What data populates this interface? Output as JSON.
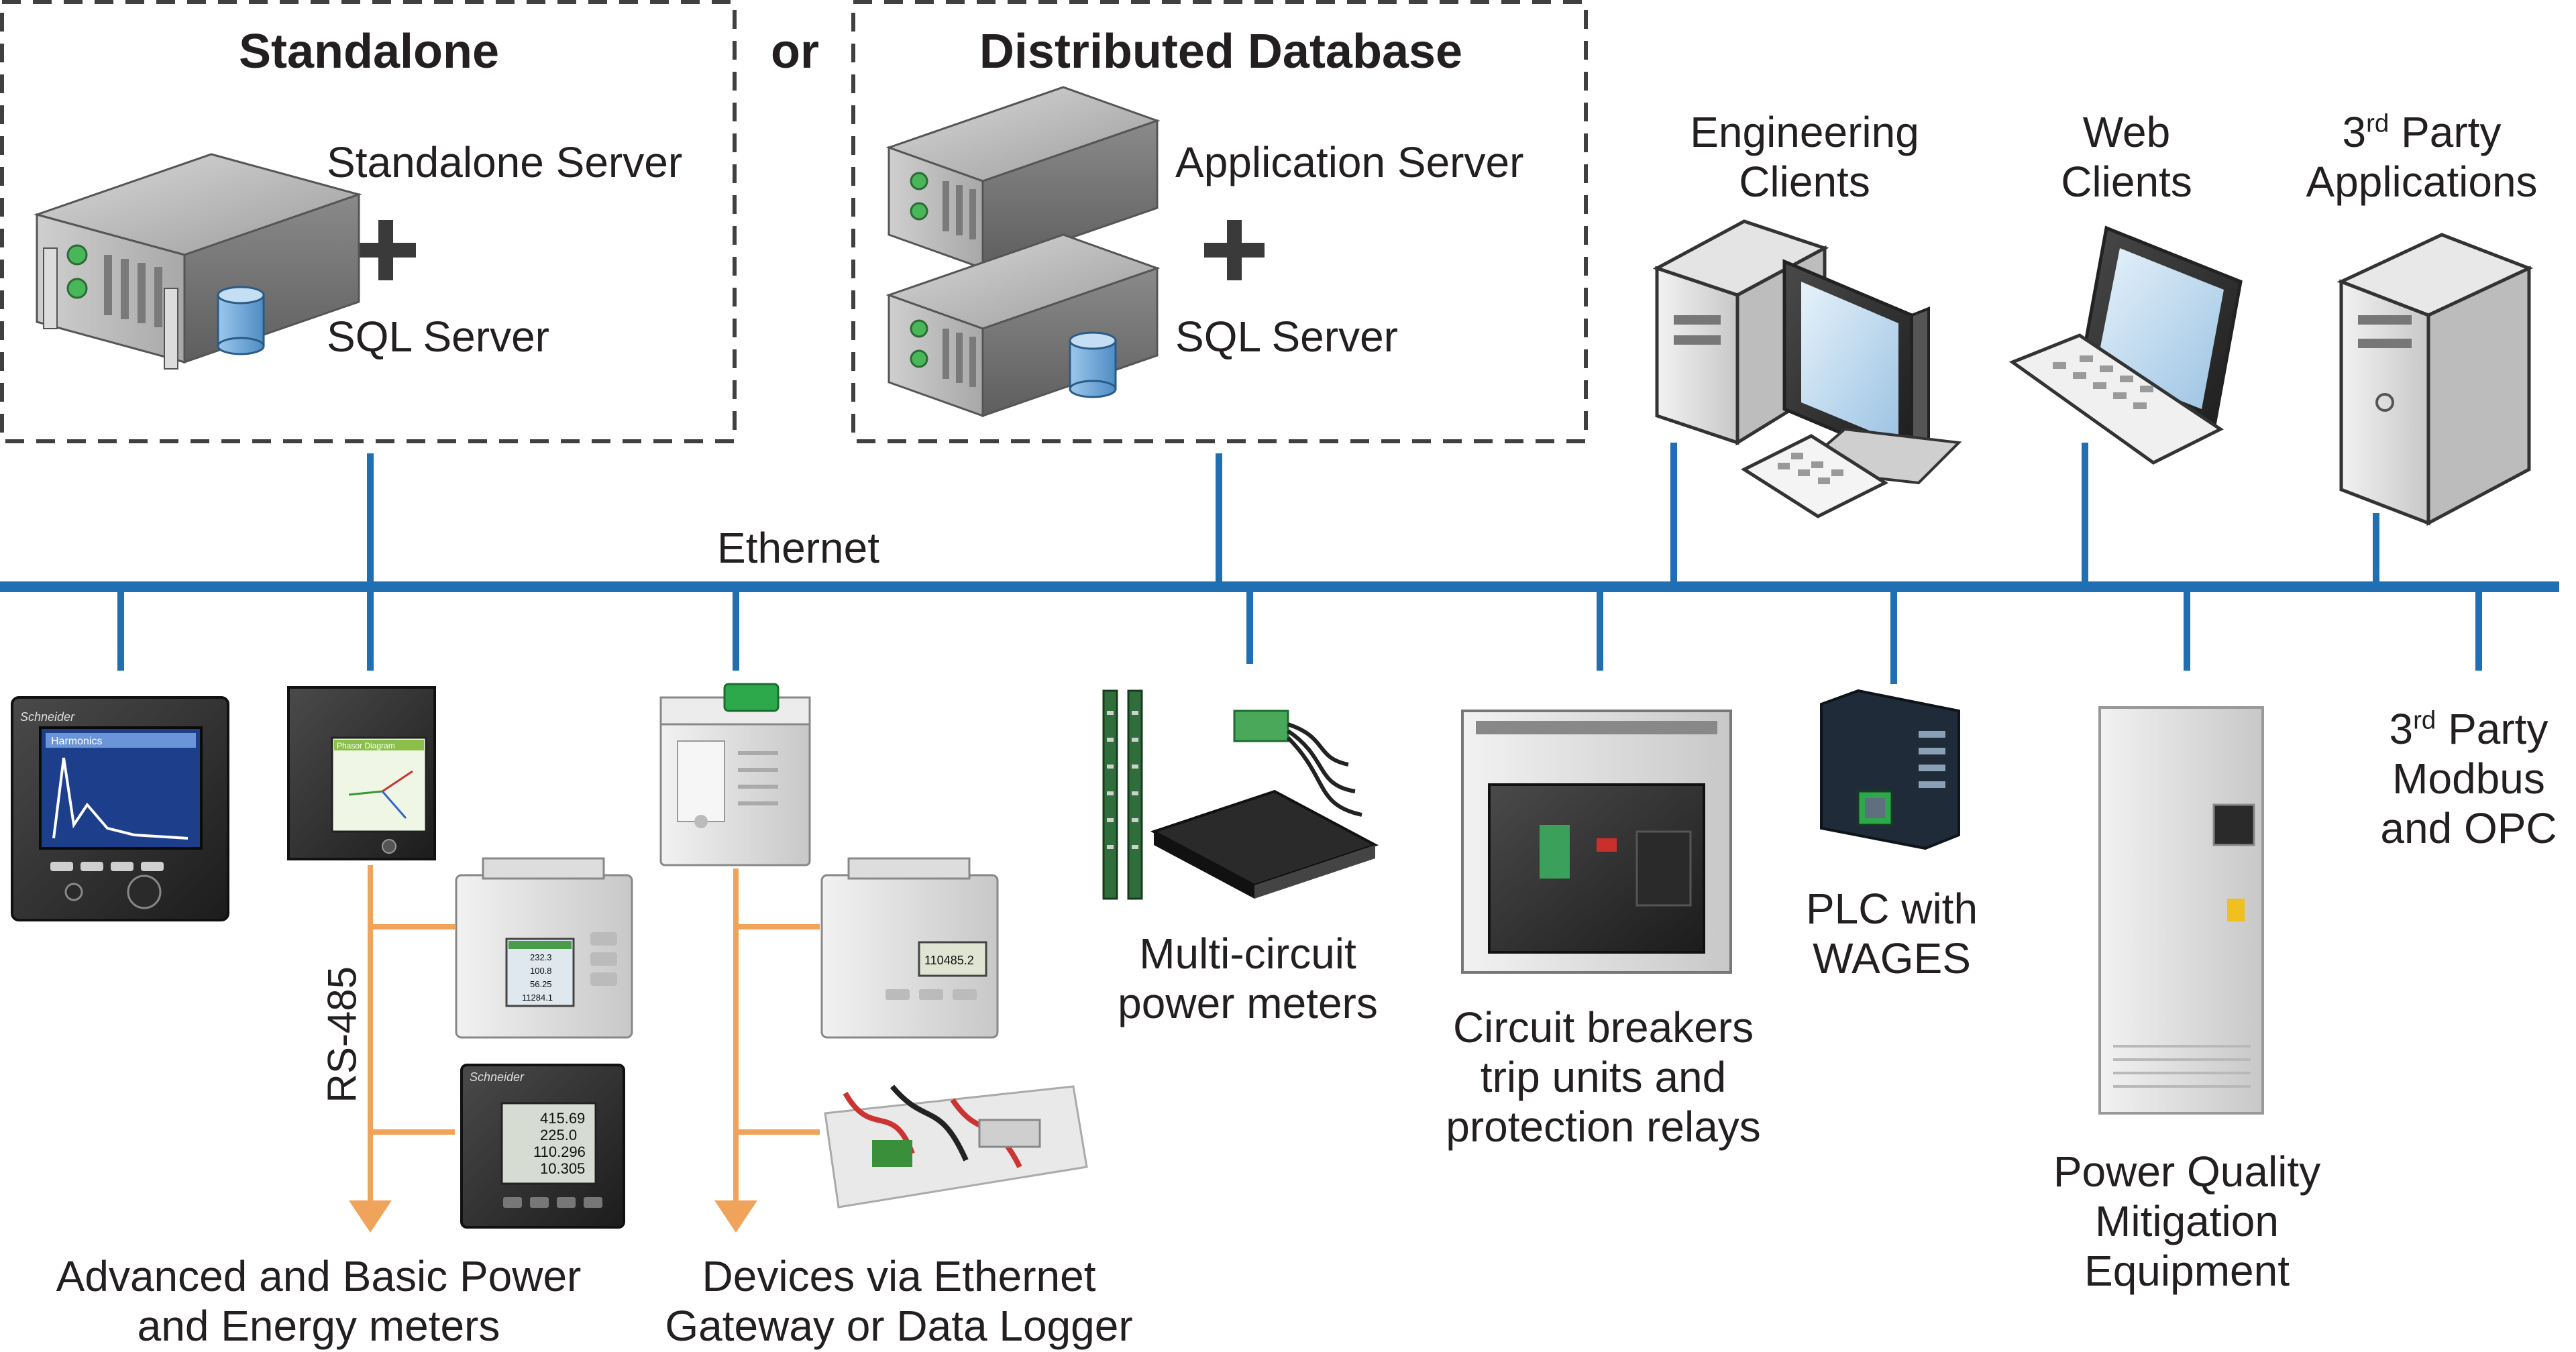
{
  "groups": {
    "standalone": {
      "title": "Standalone",
      "server_label": "Standalone Server",
      "plus": "+",
      "sql_label": "SQL Server"
    },
    "or": "or",
    "distributed": {
      "title": "Distributed Database",
      "server_label": "Application Server",
      "plus": "+",
      "sql_label": "SQL Server"
    }
  },
  "clients": {
    "engineering": [
      "Engineering",
      "Clients"
    ],
    "web": [
      "Web",
      "Clients"
    ],
    "third_party_apps": {
      "pre": "3",
      "sup": "rd",
      "post": " Party",
      "line2": "Applications"
    }
  },
  "network": {
    "ethernet_label": "Ethernet",
    "rs485_label": "RS-485"
  },
  "devices": {
    "meters": [
      "Advanced and Basic Power",
      "and Energy meters"
    ],
    "gateway": [
      "Devices via Ethernet",
      "Gateway or Data Logger"
    ],
    "multicircuit": [
      "Multi-circuit",
      "power meters"
    ],
    "breakers": [
      "Circuit breakers",
      "trip units and",
      "protection relays"
    ],
    "plc": [
      "PLC with",
      "WAGES"
    ],
    "pq": [
      "Power Quality",
      "Mitigation",
      "Equipment"
    ],
    "modbus": {
      "pre": "3",
      "sup": "rd",
      "post": " Party",
      "line2": "Modbus",
      "line3": "and OPC"
    }
  },
  "screen_text": {
    "meter1_title": "Harmonics",
    "meter2_title": "Phasor Diagram",
    "meter3_vals": [
      "232.3",
      "100.8",
      "56.25",
      "11284.1"
    ],
    "meter4_vals": [
      "415.69",
      "225.0",
      "110.296",
      "10.305"
    ],
    "gateway_meter_val": "110485.2",
    "brand": "Schneider"
  },
  "colors": {
    "ethernet": "#1f6fb2",
    "rs485": "#f0a35a",
    "dash_box": "#404040",
    "server_body": "#a0a0a0",
    "db_cylinder": "#6fa8dc"
  }
}
